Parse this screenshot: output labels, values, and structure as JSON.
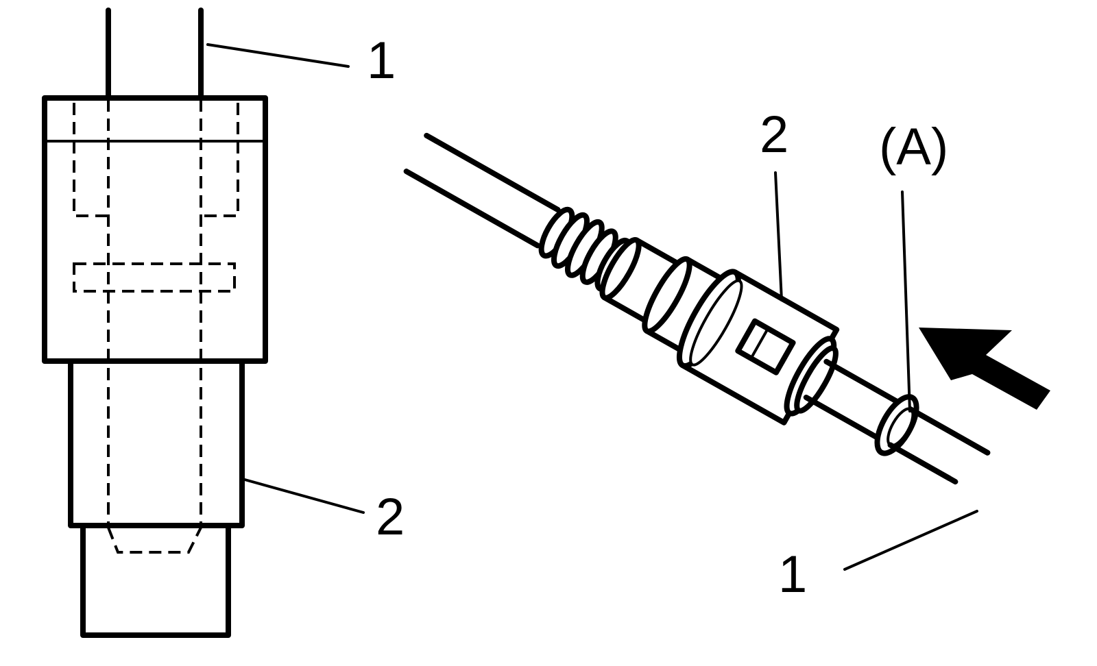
{
  "diagram": {
    "left_view": {
      "callout_1": "1",
      "callout_2": "2"
    },
    "right_view": {
      "callout_1": "1",
      "callout_2": "2",
      "callout_a": "(A)"
    },
    "arrow_icon": "push-direction-arrow-icon",
    "colors": {
      "line": "#000000",
      "background": "#ffffff"
    }
  }
}
